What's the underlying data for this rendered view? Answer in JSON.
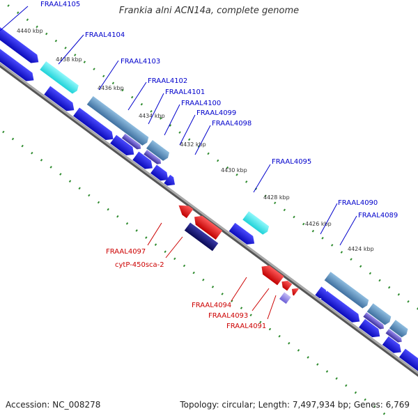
{
  "title": "Frankia alni ACN14a, complete genome",
  "footer": {
    "accession": "Accession: NC_008278",
    "summary": "Topology: circular; Length: 7,497,934 bp; Genes: 6,769"
  },
  "colors": {
    "backbone": "#888888",
    "tick": "#2e8b2e",
    "forward_label": "#0000cc",
    "reverse_label": "#cc0000",
    "blue": "#1a1adf",
    "cyan": "#33e5ea",
    "steelblue": "#5a8fc0",
    "slate": "#6a5acd",
    "red": "#e01010",
    "navy": "#14147a",
    "lavender": "#8a7ee8"
  },
  "kbp_labels": [
    "4440 kbp",
    "4438 kbp",
    "4436 kbp",
    "4434 kbp",
    "4432 kbp",
    "4430 kbp",
    "4428 kbp",
    "4426 kbp",
    "4424 kbp"
  ],
  "forward_genes": [
    "FRAAL4105",
    "FRAAL4104",
    "FRAAL4103",
    "FRAAL4102",
    "FRAAL4101",
    "FRAAL4100",
    "FRAAL4099",
    "FRAAL4098",
    "FRAAL4095",
    "FRAAL4090",
    "FRAAL4089"
  ],
  "reverse_genes": [
    "FRAAL4097",
    "cytP-450sca-2",
    "FRAAL4094",
    "FRAAL4093",
    "FRAAL4091"
  ]
}
